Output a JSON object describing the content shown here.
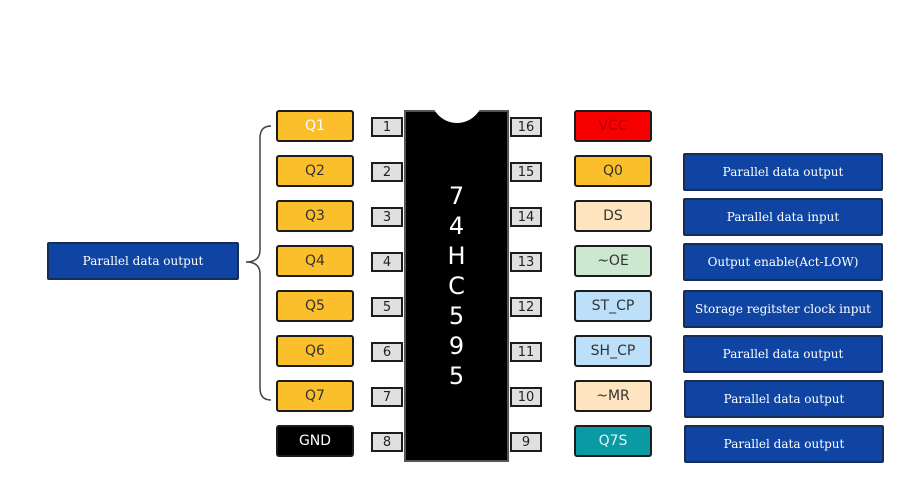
{
  "chip": {
    "name_chars": [
      "7",
      "4",
      "H",
      "C",
      "5",
      "9",
      "5"
    ]
  },
  "left_pins": [
    {
      "number": "1",
      "label": "Q1",
      "color": "#fbbf2c",
      "text_color": "#ffffff"
    },
    {
      "number": "2",
      "label": "Q2",
      "color": "#fbbf2c",
      "text_color": "#333333"
    },
    {
      "number": "3",
      "label": "Q3",
      "color": "#fbbf2c",
      "text_color": "#333333"
    },
    {
      "number": "4",
      "label": "Q4",
      "color": "#fbbf2c",
      "text_color": "#333333"
    },
    {
      "number": "5",
      "label": "Q5",
      "color": "#fbbf2c",
      "text_color": "#333333"
    },
    {
      "number": "6",
      "label": "Q6",
      "color": "#fbbf2c",
      "text_color": "#333333"
    },
    {
      "number": "7",
      "label": "Q7",
      "color": "#fbbf2c",
      "text_color": "#333333"
    },
    {
      "number": "8",
      "label": "GND",
      "color": "#000000",
      "text_color": "#ffffff"
    }
  ],
  "right_pins": [
    {
      "number": "16",
      "label": "VCC",
      "color": "#f70000",
      "text_color": "#b00000"
    },
    {
      "number": "15",
      "label": "Q0",
      "color": "#fbbf2c",
      "text_color": "#333333"
    },
    {
      "number": "14",
      "label": "DS",
      "color": "#ffe5bf",
      "text_color": "#333333"
    },
    {
      "number": "13",
      "label": "~OE",
      "color": "#cce8d0",
      "text_color": "#333333"
    },
    {
      "number": "12",
      "label": "ST_CP",
      "color": "#bde0fa",
      "text_color": "#333333"
    },
    {
      "number": "11",
      "label": "SH_CP",
      "color": "#bde0fa",
      "text_color": "#333333"
    },
    {
      "number": "10",
      "label": "~MR",
      "color": "#ffe5bf",
      "text_color": "#333333"
    },
    {
      "number": "9",
      "label": "Q7S",
      "color": "#0a9aa3",
      "text_color": "#e0f4f4"
    }
  ],
  "left_description": "Parallel data output",
  "right_descriptions": [
    "Parallel data output",
    "Parallel data input",
    "Output enable(Act-LOW)",
    "Storage regitster clock input",
    "Parallel data output",
    "Parallel data output",
    "Parallel data output"
  ]
}
